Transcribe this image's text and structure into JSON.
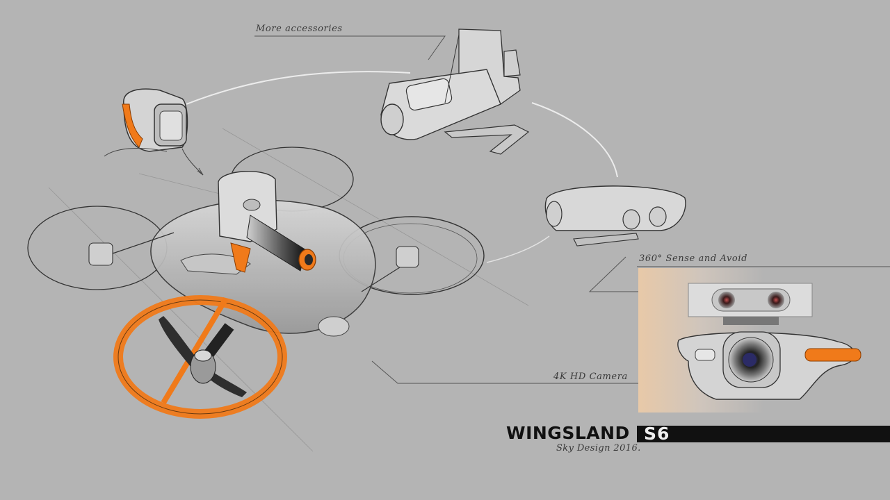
{
  "annotations": {
    "accessories": "More accessories",
    "sense_avoid": "360° Sense and Avoid",
    "camera": "4K HD Camera"
  },
  "brand": {
    "name": "WINGSLAND",
    "model": "S6",
    "tagline": "Sky Design 2016."
  },
  "colors": {
    "background": "#b4b4b4",
    "accent_orange": "#f07a1a",
    "ink": "#2a2a2a",
    "brand_bar": "#111111"
  },
  "icons": [
    "drone-sketch",
    "camera-accessory",
    "gimbal-accessory",
    "sensor-accessory",
    "propeller-guard",
    "camera-detail-inset"
  ]
}
